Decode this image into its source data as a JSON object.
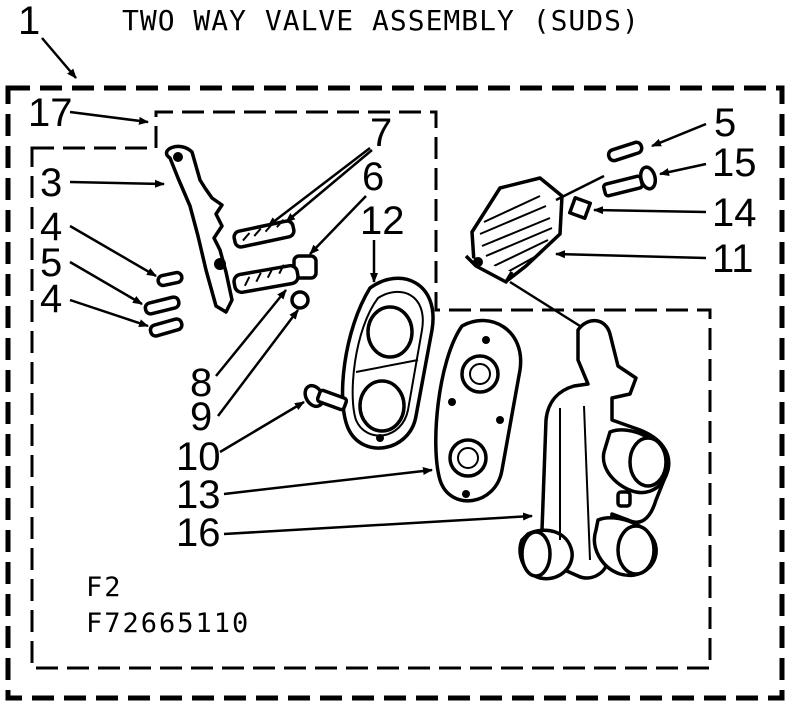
{
  "title": {
    "index": "1",
    "text": "TWO WAY VALVE ASSEMBLY (SUDS)"
  },
  "callouts": {
    "c17": "17",
    "c3": "3",
    "c4a": "4",
    "c5a": "5",
    "c4b": "4",
    "c7": "7",
    "c6": "6",
    "c12": "12",
    "c8": "8",
    "c9": "9",
    "c10": "10",
    "c13": "13",
    "c16": "16",
    "c5b": "5",
    "c15": "15",
    "c14": "14",
    "c11": "11"
  },
  "figure": {
    "fig_code": "F2",
    "part_code": "F72665110"
  }
}
